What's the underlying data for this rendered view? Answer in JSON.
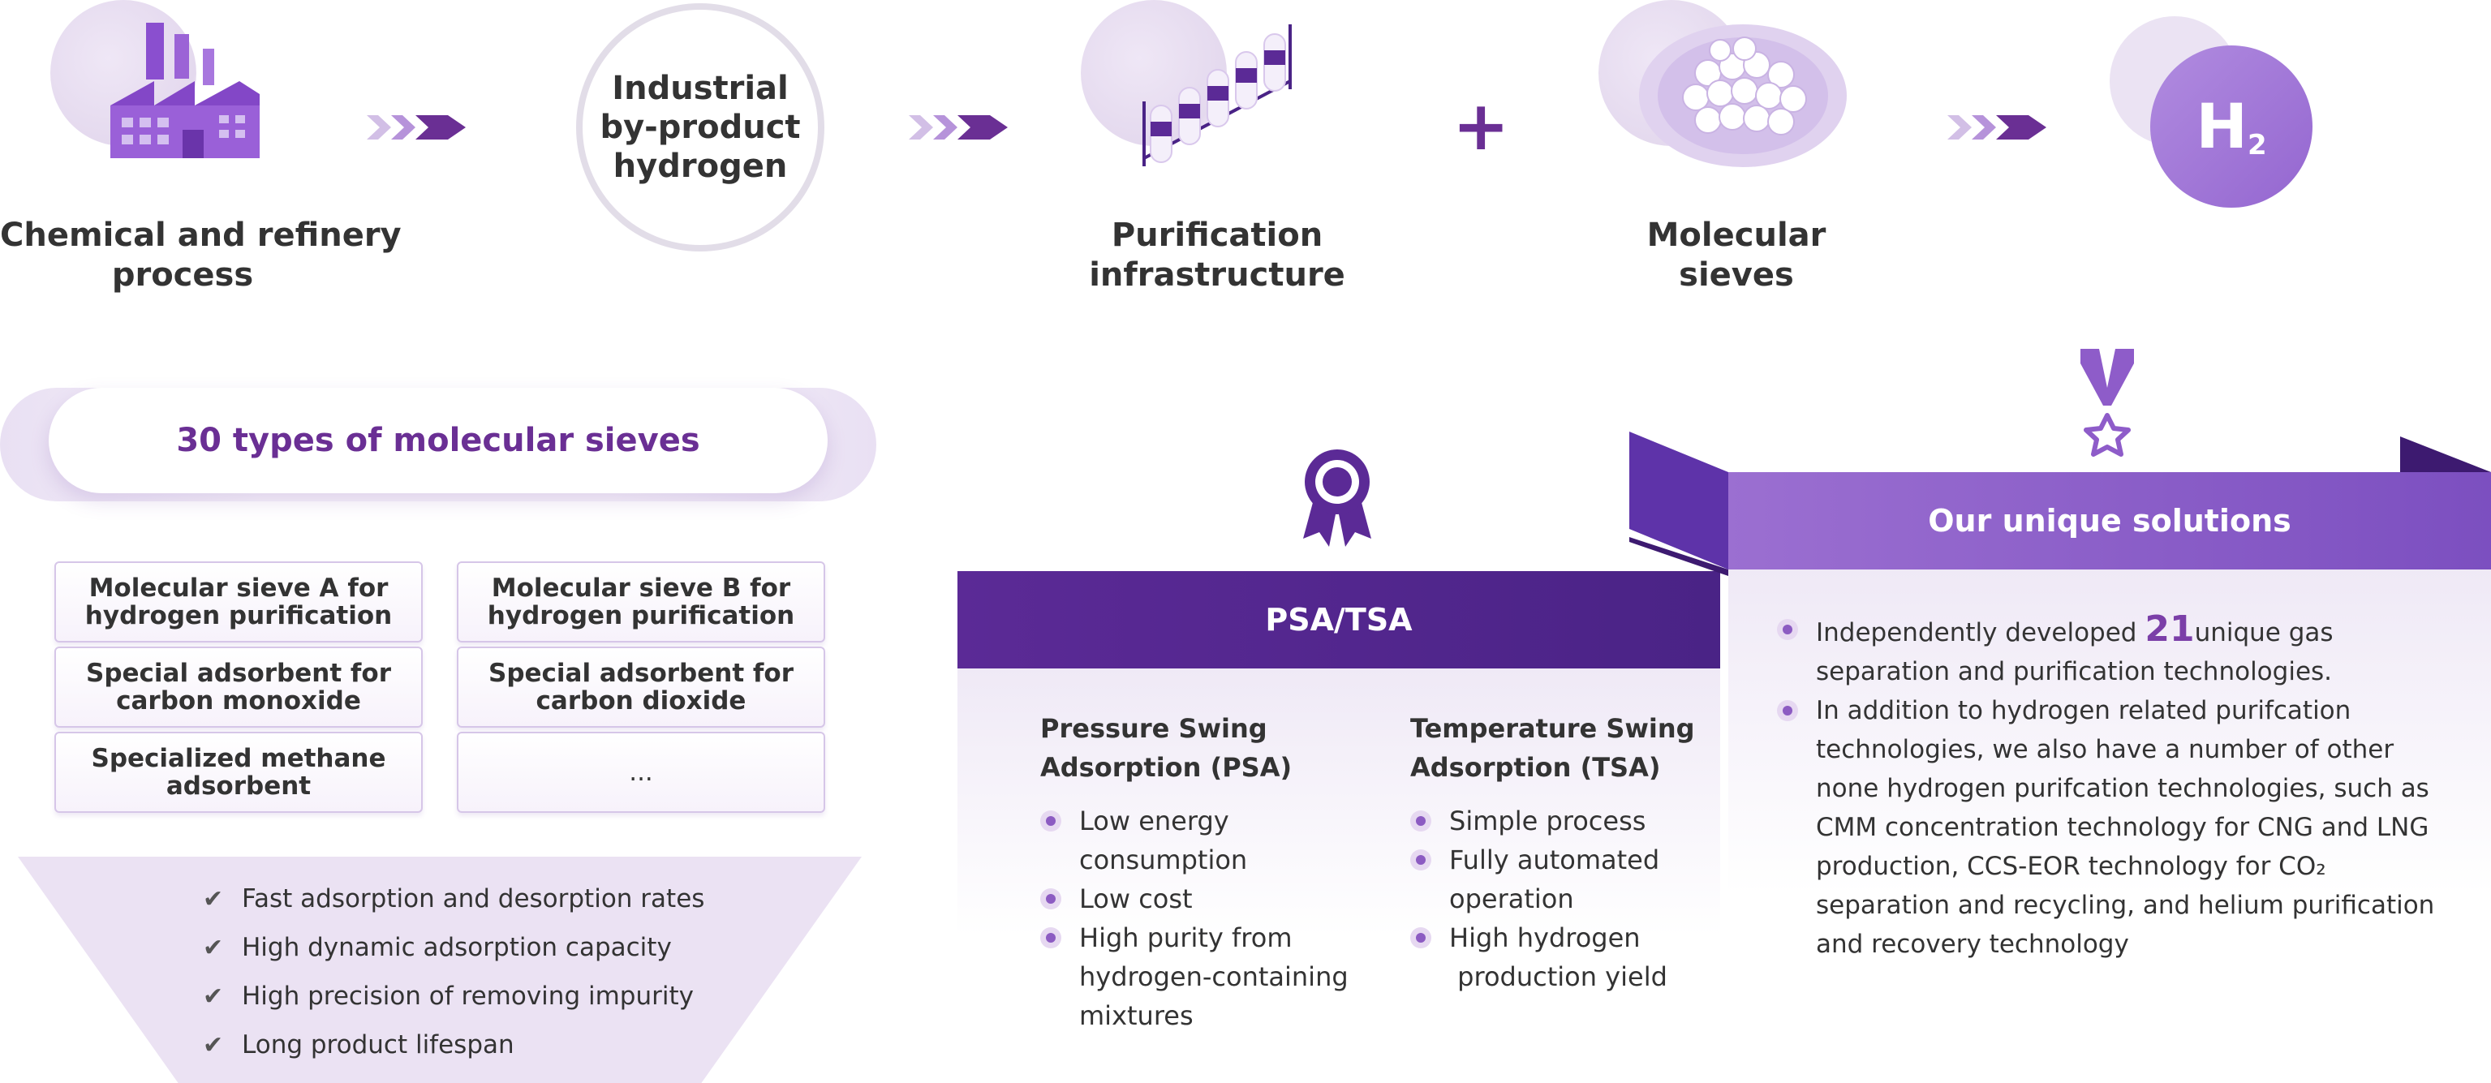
{
  "flow": {
    "step1_label_line1": "Chemical and refinery",
    "step1_label_line2": "process",
    "step2_line1": "Industrial",
    "step2_line2": "by-product",
    "step2_line3": "hydrogen",
    "step3_label_line1": "Purification",
    "step3_label_line2": "infrastructure",
    "plus": "+",
    "step4_label_line1": "Molecular",
    "step4_label_line2": "sieves",
    "h2_main": "H",
    "h2_sub": "2"
  },
  "sieves": {
    "title": "30 types of molecular sieves",
    "boxes": [
      {
        "line1": "Molecular sieve A for",
        "line2": "hydrogen purification"
      },
      {
        "line1": "Molecular sieve B for",
        "line2": "hydrogen purification"
      },
      {
        "line1": "Special adsorbent for",
        "line2": "carbon monoxide"
      },
      {
        "line1": "Special adsorbent for",
        "line2": "carbon dioxide"
      },
      {
        "line1": "Specialized methane",
        "line2": "adsorbent"
      },
      {
        "line1": "...",
        "line2": ""
      }
    ],
    "features": [
      "Fast adsorption and desorption rates",
      "High dynamic adsorption capacity",
      "High precision of removing impurity",
      "Long product lifespan"
    ],
    "check_symbol": "✔"
  },
  "psa_tsa": {
    "title": "PSA/TSA",
    "psa_title_line1": "Pressure Swing",
    "psa_title_line2": "Adsorption (PSA)",
    "psa_items": [
      {
        "line1": "Low energy",
        "line2": "consumption"
      },
      {
        "line1": "Low cost",
        "line2": ""
      },
      {
        "line1": "High purity from",
        "line2": "hydrogen-containing",
        "line3": "mixtures"
      }
    ],
    "tsa_title_line1": "Temperature Swing",
    "tsa_title_line2": "Adsorption (TSA)",
    "tsa_items": [
      {
        "line1": "Simple process",
        "line2": ""
      },
      {
        "line1": "Fully automated",
        "line2": "operation"
      },
      {
        "line1": "High hydrogen",
        "line2": " production yield"
      }
    ]
  },
  "unique": {
    "title": "Our unique solutions",
    "item1_pre": "Independently developed ",
    "item1_num": "21",
    "item1_post": "unique gas separation and purification technologies.",
    "item2": "In addition to hydrogen related purifcation technologies, we also have a number of other none hydrogen purifcation technologies, such as CMM concentration technology for CNG and LNG production, CCS-EOR technology for CO₂ separation and recycling, and helium purification and recovery technology"
  },
  "colors": {
    "primary": "#5b2a96",
    "accent": "#8c5bc2",
    "light": "#ebe2f3"
  }
}
